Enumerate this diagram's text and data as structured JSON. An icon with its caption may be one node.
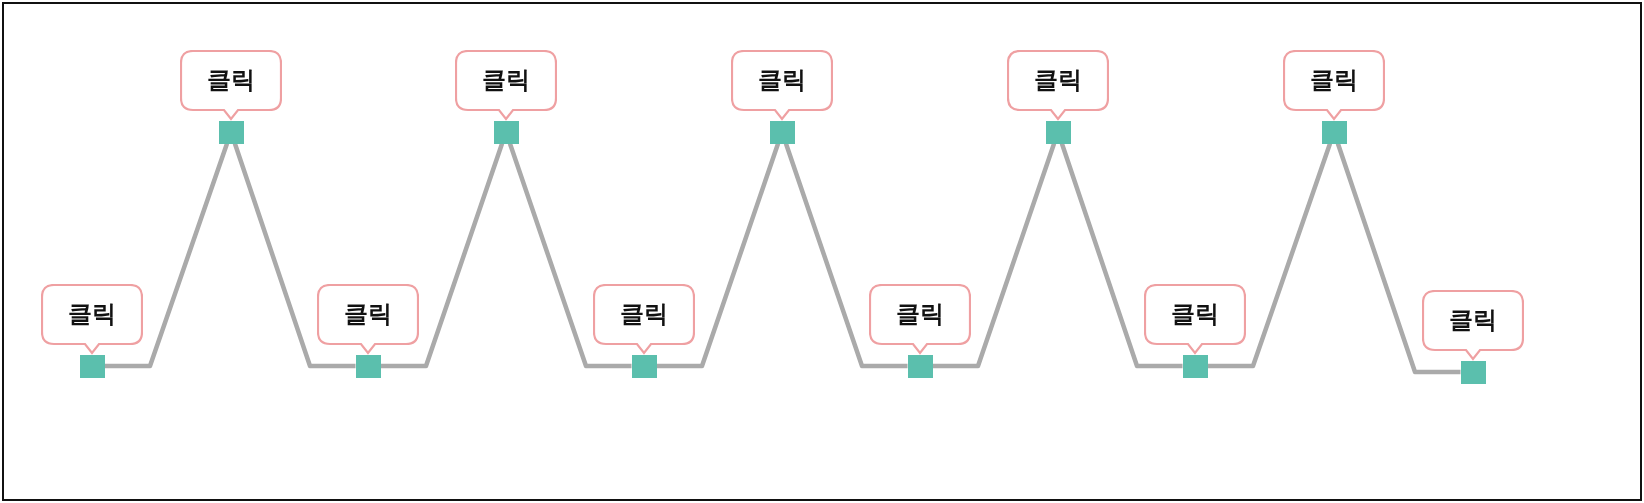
{
  "diagram": {
    "nodes": [
      {
        "text": [
          "클릭"
        ]
      },
      {
        "text": [],
        "shape": "box"
      },
      {
        "text": [
          "클릭"
        ]
      },
      {
        "text": [],
        "shape": "box"
      },
      {
        "text": [
          "클릭"
        ]
      },
      {
        "text": [],
        "shape": "box"
      },
      {
        "text": [
          "클릭"
        ]
      },
      {
        "text": [],
        "shape": "box"
      },
      {
        "text": [
          "클릭"
        ]
      },
      {
        "text": [],
        "shape": "box"
      },
      {
        "text": [
          "클릭"
        ]
      },
      {
        "text": [],
        "shape": "box"
      },
      {
        "text": [
          "클릭"
        ]
      },
      {
        "text": [],
        "shape": "box"
      },
      {
        "text": [
          "클릭"
        ]
      },
      {
        "text": [],
        "shape": "box"
      },
      {
        "text": [
          "클릭"
        ]
      },
      {
        "text": [],
        "shape": "box"
      },
      {
        "text": [
          "클릭"
        ]
      },
      {
        "text": [],
        "shape": "box"
      },
      {
        "text": [
          "클릭"
        ]
      },
      {
        "text": [],
        "shape": "box"
      }
    ],
    "edges": [
      {
        "from": 1,
        "to": 3,
        "arrow": "none"
      },
      {
        "from": 3,
        "to": 5,
        "arrow": "none"
      },
      {
        "from": 5,
        "to": 7,
        "arrow": "none"
      },
      {
        "from": 7,
        "to": 9,
        "arrow": "none"
      },
      {
        "from": 9,
        "to": 11,
        "arrow": "none"
      },
      {
        "from": 11,
        "to": 13,
        "arrow": "none"
      },
      {
        "from": 13,
        "to": 15,
        "arrow": "none"
      },
      {
        "from": 15,
        "to": 17,
        "arrow": "none"
      },
      {
        "from": 17,
        "to": 19,
        "arrow": "none"
      },
      {
        "from": 19,
        "to": 21,
        "arrow": "none"
      }
    ]
  }
}
